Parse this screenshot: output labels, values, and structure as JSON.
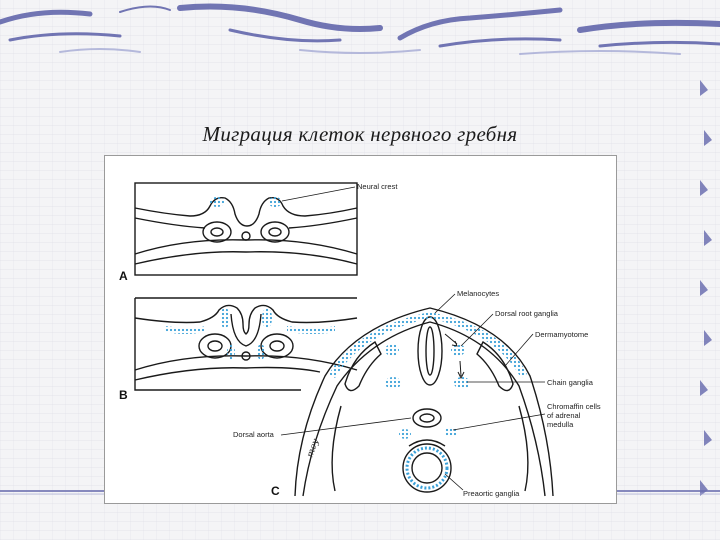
{
  "slide": {
    "title": "Миграция клеток нервного гребня"
  },
  "figure": {
    "panels": [
      "A",
      "B",
      "C"
    ],
    "labels": {
      "neural_crest": "Neural crest",
      "melanocytes": "Melanocytes",
      "dorsal_root_ganglia": "Dorsal root ganglia",
      "dermamyotome": "Dermamyotome",
      "chain_ganglia": "Chain ganglia",
      "chromaffin_1": "Chromaffin cells",
      "chromaffin_2": "of adrenal",
      "chromaffin_3": "medulla",
      "dorsal_aorta": "Dorsal aorta",
      "preaortic_ganglia": "Preaortic ganglia"
    },
    "signature": "mey"
  },
  "colors": {
    "cells": "#3aa0d8",
    "ink": "#1a1a1a",
    "deco_blue": "#5b5fa8"
  }
}
